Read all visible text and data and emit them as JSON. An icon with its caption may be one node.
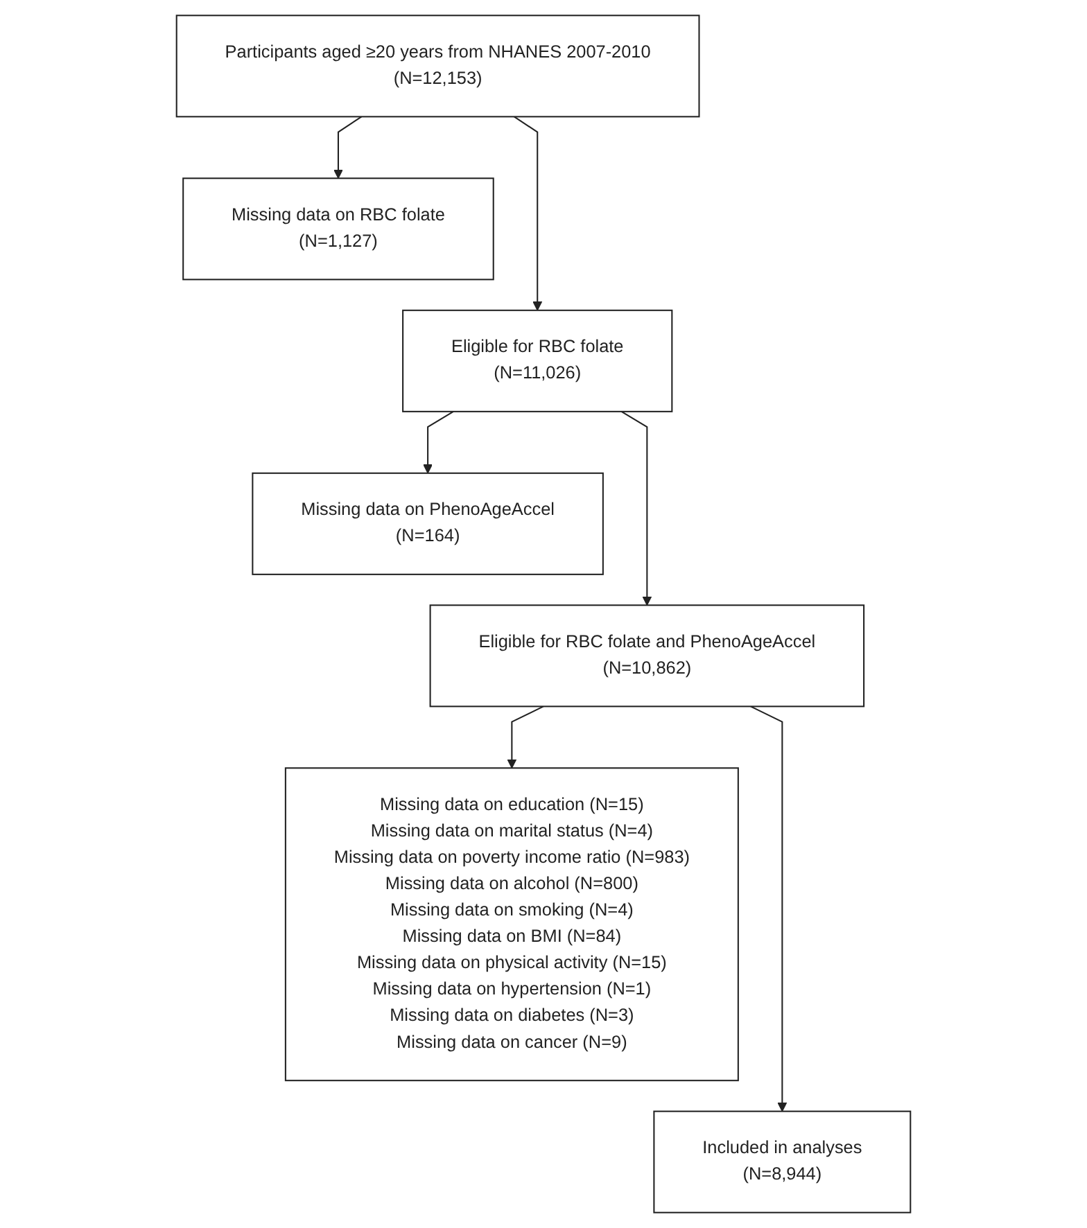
{
  "diagram": {
    "nodes": [
      {
        "text": [
          "Participants aged ≥20 years from NHANES 2007-2010",
          "(N=12,153)"
        ]
      },
      {
        "text": [
          "Missing data on RBC folate",
          "(N=1,127)"
        ]
      },
      {
        "text": [
          "Eligible for RBC folate",
          "(N=11,026)"
        ]
      },
      {
        "text": [
          "Missing data on PhenoAgeAccel",
          "(N=164)"
        ]
      },
      {
        "text": [
          "Eligible for RBC folate and PhenoAgeAccel",
          "(N=10,862)"
        ]
      },
      {
        "text": [
          "Missing data on education (N=15)",
          "Missing data on marital status (N=4)",
          "Missing data on poverty income ratio (N=983)",
          "Missing data on alcohol (N=800)",
          "Missing data on smoking (N=4)",
          "Missing data on BMI (N=84)",
          "Missing data on physical activity (N=15)",
          "Missing data on hypertension (N=1)",
          "Missing data on diabetes (N=3)",
          "Missing data on cancer (N=9)"
        ]
      },
      {
        "text": [
          "Included in analyses",
          "(N=8,944)"
        ]
      }
    ],
    "edges": [
      {
        "from": 0,
        "to": 1,
        "arrow": "to"
      },
      {
        "from": 0,
        "to": 2,
        "arrow": "to"
      },
      {
        "from": 2,
        "to": 3,
        "arrow": "to"
      },
      {
        "from": 2,
        "to": 4,
        "arrow": "to"
      },
      {
        "from": 4,
        "to": 5,
        "arrow": "to"
      },
      {
        "from": 4,
        "to": 6,
        "arrow": "to"
      }
    ]
  }
}
